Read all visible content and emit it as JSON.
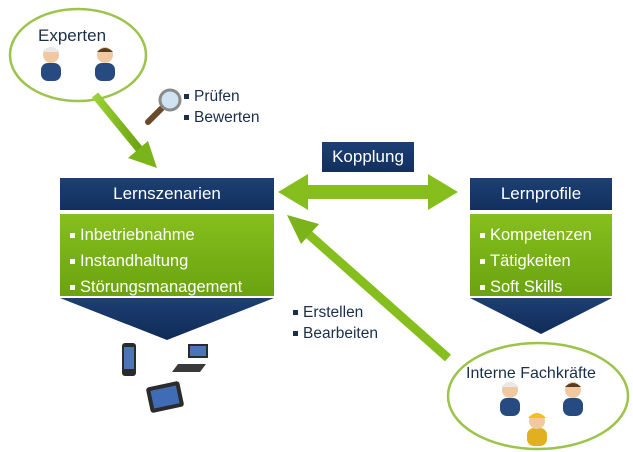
{
  "experts": {
    "title": "Experten",
    "actions": [
      "Prüfen",
      "Bewerten"
    ]
  },
  "coupling": {
    "label": "Kopplung"
  },
  "scenarios": {
    "title": "Lernszenarien",
    "items": [
      "Inbetriebnahme",
      "Instandhaltung",
      "Störungsmanagement"
    ]
  },
  "profiles": {
    "title": "Lernprofile",
    "items": [
      "Kompetenzen",
      "Tätigkeiten",
      "Soft Skills"
    ]
  },
  "internal": {
    "title": "Interne Fachkräfte",
    "actions": [
      "Erstellen",
      "Bearbeiten"
    ]
  },
  "colors": {
    "navy": "#16376a",
    "green": "#7bb31a",
    "ellipse_border": "#9cc34a"
  }
}
